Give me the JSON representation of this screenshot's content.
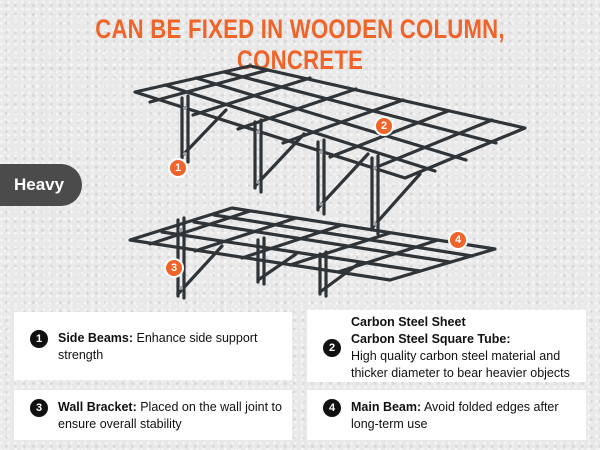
{
  "headline": "CAN BE FIXED IN WOODEN COLUMN, CONCRETE",
  "tag": "Heavy",
  "callouts": [
    "1",
    "2",
    "3",
    "4"
  ],
  "features": [
    {
      "num": "1",
      "title": "Side Beams:",
      "desc": " Enhance side support strength"
    },
    {
      "num": "2",
      "title": "Carbon Steel Sheet",
      "title2": "Carbon Steel Square Tube:",
      "desc": "High quality carbon steel material and thicker diameter to bear heavier objects"
    },
    {
      "num": "3",
      "title": "Wall Bracket:",
      "desc": " Placed on the wall joint to ensure overall stability"
    },
    {
      "num": "4",
      "title": "Main Beam:",
      "desc": " Avoid folded edges after long-term use"
    }
  ],
  "colors": {
    "accent": "#f0642a",
    "steel": "#2f3439",
    "tag_bg": "#4b4b4b"
  }
}
